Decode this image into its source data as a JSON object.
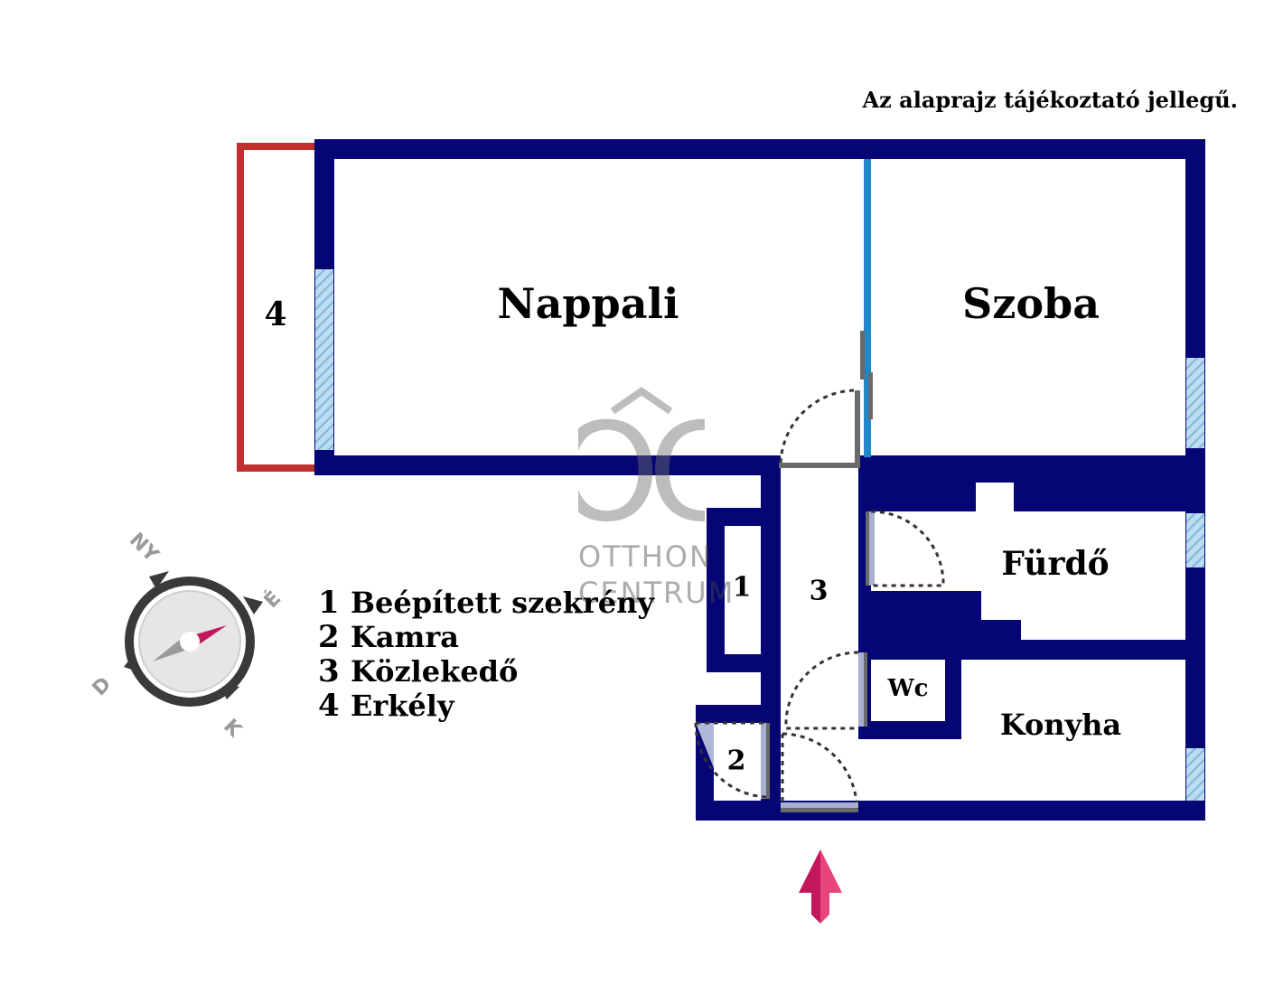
{
  "notice": "Az alaprajz tájékoztató jellegű.",
  "rooms": {
    "nappali": "Nappali",
    "szoba": "Szoba",
    "furdo": "Fürdő",
    "wc": "Wc",
    "konyha": "Konyha",
    "balcony_number": "4",
    "wardrobe_number": "1",
    "hallway_number": "3",
    "pantry_number": "2"
  },
  "legend": [
    {
      "number": "1",
      "label": "Beépített szekrény"
    },
    {
      "number": "2",
      "label": "Kamra"
    },
    {
      "number": "3",
      "label": "Közlekedő"
    },
    {
      "number": "4",
      "label": "Erkély"
    }
  ],
  "logo": {
    "monogram": "OC",
    "line1": "OTTHON",
    "line2": "CENTRUM"
  },
  "compass": {
    "nw": "NY",
    "ne": "É",
    "sw": "D",
    "se": "K"
  },
  "colors": {
    "wall": "#050575",
    "balcony_outline": "#c0302e",
    "partition": "#1e88c8",
    "window": "#9cc8e6",
    "door": "#6a6a6a",
    "entrance_arrow": "#d9396a",
    "compass_needle": "#c2185b"
  },
  "icons": {
    "entrance": "entrance-arrow-icon",
    "compass": "compass-icon",
    "logo": "otthon-centrum-logo"
  }
}
